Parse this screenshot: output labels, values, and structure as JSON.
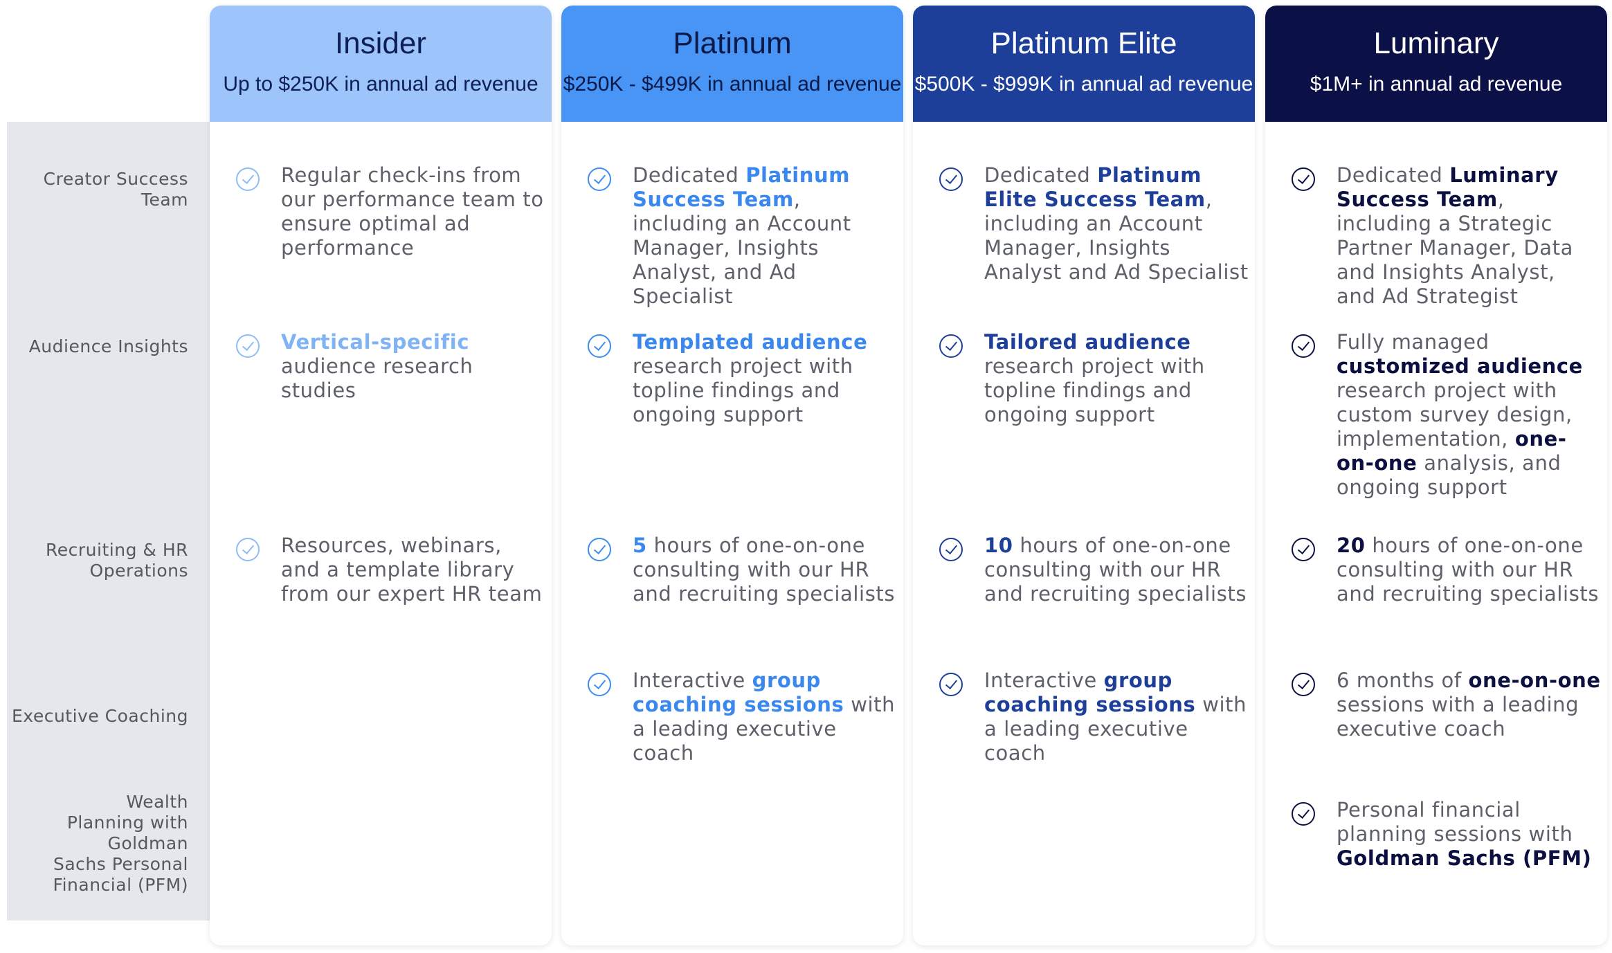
{
  "rows": [
    "Creator Success Team",
    "Audience Insights",
    "Recruiting & HR Operations",
    "Executive Coaching",
    "Wealth Planning with Goldman Sachs Personal Financial (PFM)"
  ],
  "tiers": [
    {
      "name": "Insider",
      "range": "Up to $250K in annual ad revenue",
      "header_color": "#9dc5fb",
      "accent_color": "#8ebcf6",
      "cells": {
        "success_team": [
          "Regular check-ins from our performance team to ensure optimal ad performance"
        ],
        "audience": [
          "",
          "Vertical-specific",
          " audience research studies"
        ],
        "hr": [
          "Resources, webinars, and a template library from our expert HR team"
        ]
      }
    },
    {
      "name": "Platinum",
      "range": "$250K - $499K in annual ad revenue",
      "header_color": "#4895f6",
      "accent_color": "#3d8cf0",
      "cells": {
        "success_team": [
          "Dedicated ",
          "Platinum Success Team",
          ", including an Account Manager, Insights Analyst, and Ad Specialist"
        ],
        "audience": [
          "",
          "Templated audience",
          " research project with topline findings and ongoing support"
        ],
        "hr": [
          "",
          "5",
          " hours of one-on-one consulting with our HR and recruiting specialists"
        ],
        "coaching": [
          "Interactive ",
          "group coaching sessions",
          " with a leading executive coach"
        ]
      }
    },
    {
      "name": "Platinum Elite",
      "range": "$500K - $999K in annual ad revenue",
      "header_color": "#1d3f99",
      "accent_color": "#1d3f99",
      "cells": {
        "success_team": [
          "Dedicated ",
          "Platinum Elite Success Team",
          ", including an Account Manager, Insights Analyst and Ad Specialist"
        ],
        "audience": [
          "",
          "Tailored audience",
          " research project with topline findings and ongoing support"
        ],
        "hr": [
          "",
          "10",
          " hours of one-on-one consulting with our HR and recruiting specialists"
        ],
        "coaching": [
          "Interactive ",
          "group coaching sessions",
          " with a leading executive coach"
        ]
      }
    },
    {
      "name": "Luminary",
      "range": "$1M+ in annual ad revenue",
      "header_color": "#0b1046",
      "accent_color": "#0d1140",
      "cells": {
        "success_team": [
          "Dedicated ",
          "Luminary Success Team",
          ", including a Strategic Partner Manager, Data and Insights Analyst, and Ad Strategist"
        ],
        "audience": [
          "Fully managed ",
          "customized audience",
          " research project with custom survey design, implementation, ",
          "one-on-one",
          " analysis, and ongoing support"
        ],
        "hr": [
          "",
          "20",
          " hours of one-on-one consulting with our HR and recruiting specialists"
        ],
        "coaching": [
          "6 months of ",
          "one-on-one",
          " sessions with a leading executive coach"
        ],
        "wealth": [
          "Personal financial planning sessions with ",
          "Goldman Sachs (PFM)",
          ""
        ]
      }
    }
  ]
}
